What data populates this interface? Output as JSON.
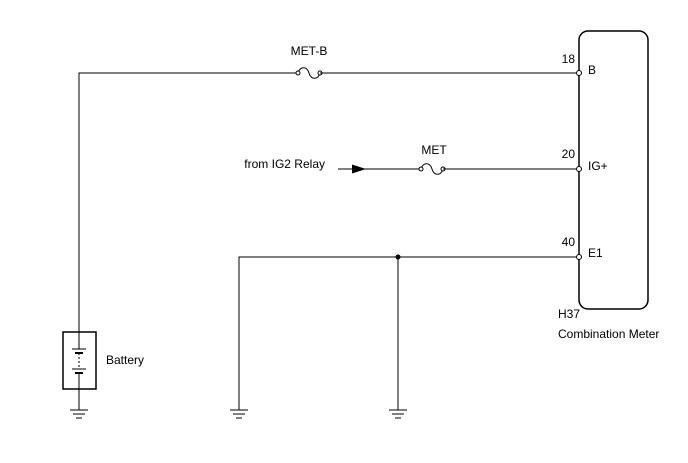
{
  "component": {
    "code": "H37",
    "name": "Combination Meter",
    "pins": [
      {
        "number": "18",
        "name": "B"
      },
      {
        "number": "20",
        "name": "IG+"
      },
      {
        "number": "40",
        "name": "E1"
      }
    ]
  },
  "fuses": {
    "met_b": "MET-B",
    "met": "MET"
  },
  "source": "from IG2 Relay",
  "battery_label": "Battery"
}
